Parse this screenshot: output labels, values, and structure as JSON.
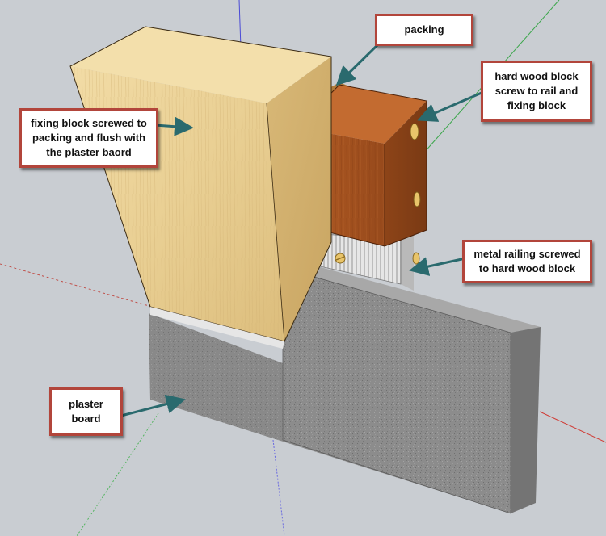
{
  "background": "#c9cdd2",
  "colors": {
    "callout_border": "#b2453b",
    "arrow": "#2a6a6e",
    "plaster_board": "#8a8a8a",
    "fixing_block": "#e8cd8f",
    "hardwood_block": "#a75624",
    "metal_railing": "#e2e2e2"
  },
  "callouts": {
    "packing": {
      "lines": [
        "packing"
      ]
    },
    "hardwood": {
      "lines": [
        "hard wood block",
        "screw to rail and",
        "fixing block"
      ]
    },
    "fixing": {
      "lines": [
        "fixing block screwed to",
        "packing and flush with",
        "the plaster baord"
      ]
    },
    "railing": {
      "lines": [
        "metal railing screwed",
        "to hard wood block"
      ]
    },
    "plaster": {
      "lines": [
        "plaster",
        "board"
      ]
    }
  }
}
